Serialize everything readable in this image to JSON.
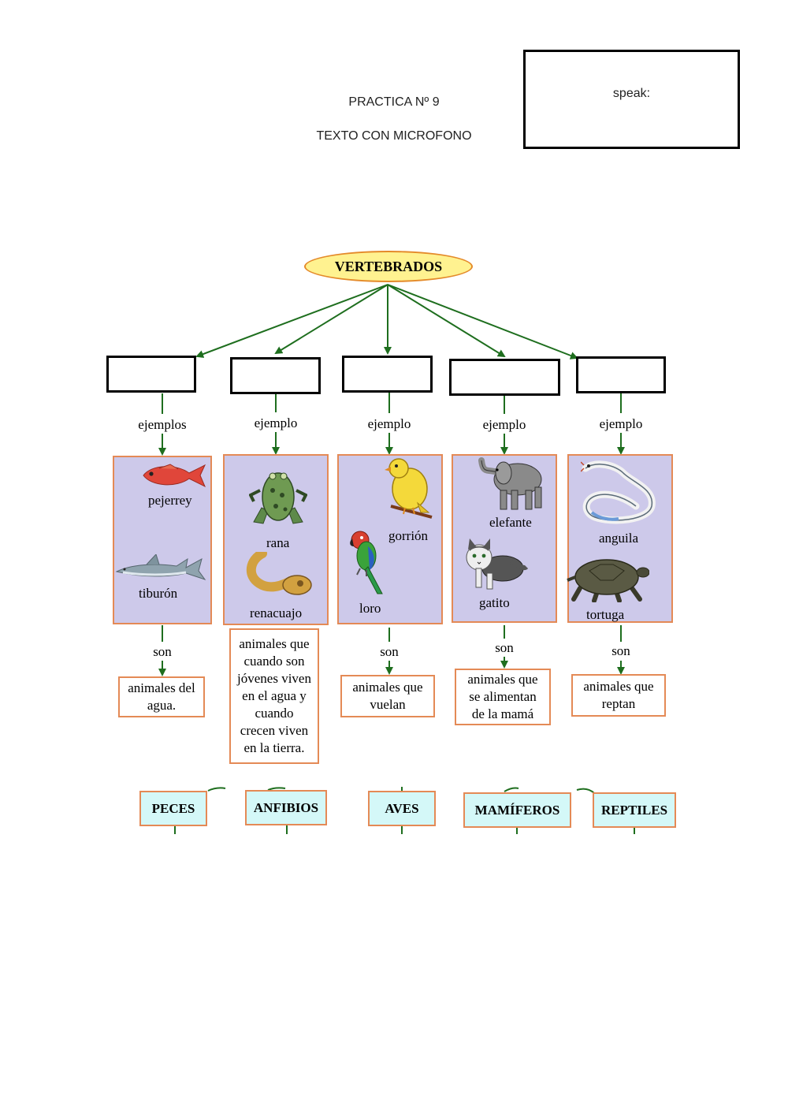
{
  "header": {
    "practice": "PRACTICA Nº 9",
    "subtitle": "TEXTO CON MICROFONO",
    "speak_label": "speak:"
  },
  "diagram": {
    "root": "VERTEBRADOS",
    "connectors": {
      "c0": "ejemplos",
      "c1": "ejemplo",
      "c2": "ejemplo",
      "c3": "ejemplo",
      "c4": "ejemplo",
      "son": "son"
    },
    "groups": [
      {
        "animals": [
          "pejerrey",
          "tiburón"
        ],
        "icons": [
          "fish-icon",
          "shark-icon"
        ],
        "definition": [
          "animales del",
          "agua."
        ],
        "category": "PECES"
      },
      {
        "animals": [
          "rana",
          "renacuajo"
        ],
        "icons": [
          "frog-icon",
          "tadpole-icon"
        ],
        "definition": [
          "animales que",
          "cuando son",
          "jóvenes viven",
          "en el agua y",
          "cuando",
          "crecen viven",
          "en la tierra."
        ],
        "category": "ANFIBIOS"
      },
      {
        "animals": [
          "gorrión",
          "loro"
        ],
        "icons": [
          "canary-icon",
          "parrot-icon"
        ],
        "definition": [
          "animales que",
          "vuelan"
        ],
        "category": "AVES"
      },
      {
        "animals": [
          "elefante",
          "gatito"
        ],
        "icons": [
          "elephant-icon",
          "cat-icon"
        ],
        "definition": [
          "animales que",
          "se alimentan",
          "de la mamá"
        ],
        "category": "MAMÍFEROS"
      },
      {
        "animals": [
          "anguila",
          "tortuga"
        ],
        "icons": [
          "eel-icon",
          "turtle-icon"
        ],
        "definition": [
          "animales que",
          "reptan"
        ],
        "category": "REPTILES"
      }
    ]
  },
  "colors": {
    "arrow": "#1e6e1e",
    "panel": "#cdc9ea",
    "panel_border": "#e48a56",
    "root_fill": "#fff290",
    "category_fill": "#d4f8f8"
  }
}
